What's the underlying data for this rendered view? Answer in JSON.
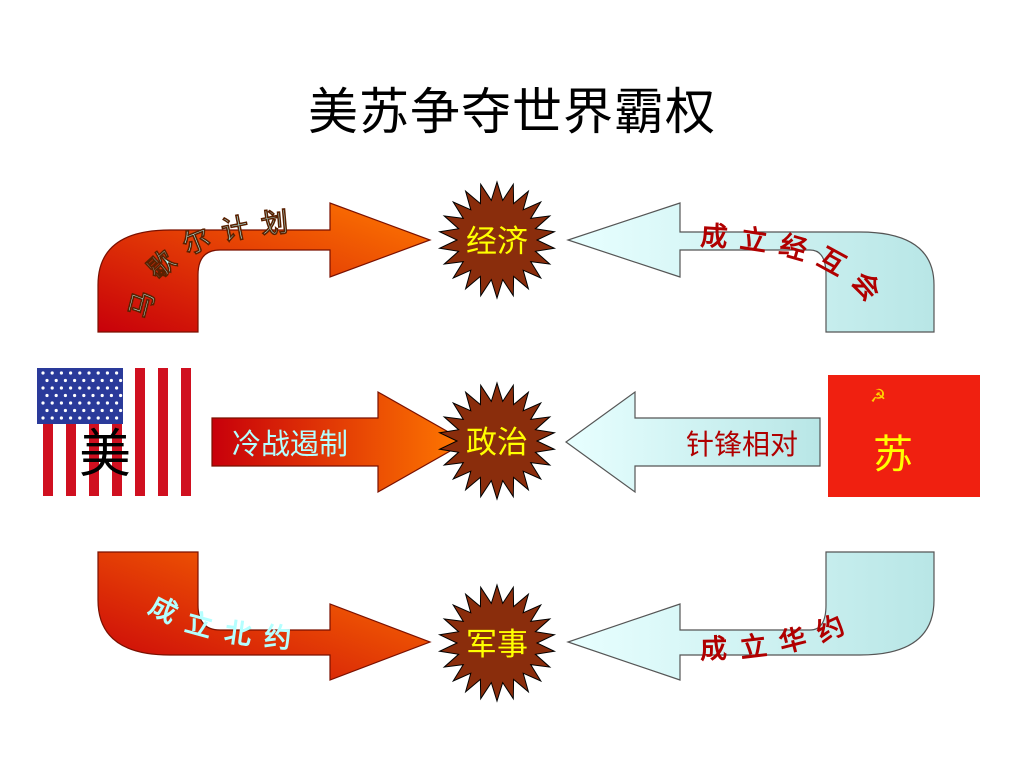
{
  "title": "美苏争夺世界霸权",
  "left_party": "美",
  "right_party": "苏",
  "domains": {
    "economy": "经济",
    "politics": "政治",
    "military": "军事"
  },
  "us_actions": {
    "economy": "马歇尔计划",
    "politics": "冷战遏制",
    "military": "成立北约"
  },
  "ussr_actions": {
    "economy": "成立经互会",
    "politics": "针锋相对",
    "military": "成立华约"
  },
  "colors": {
    "us_arrow_start": "#c8000a",
    "us_arrow_end": "#ff7a00",
    "ussr_arrow_fill": "#c6f0f0",
    "star_fill": "#8a2d0c",
    "star_text": "#ffff00",
    "us_label": "#b4ffff",
    "ussr_label": "#b00000",
    "ussr_flag": "#f02010"
  }
}
